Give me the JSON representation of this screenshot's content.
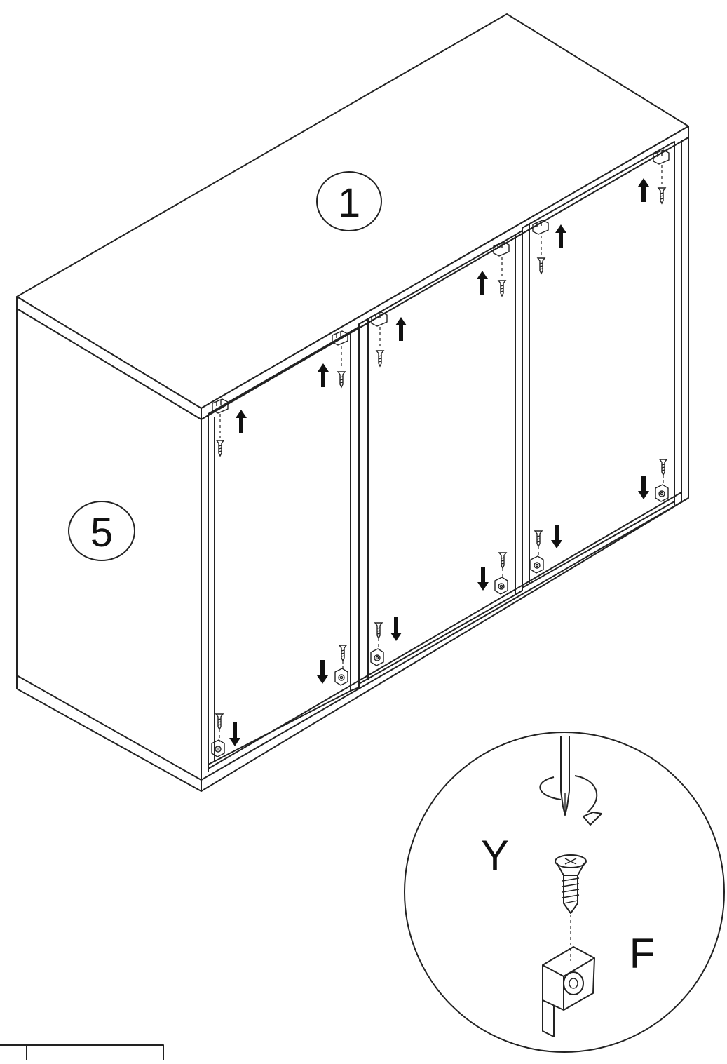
{
  "diagram": {
    "part_labels": {
      "top_panel": "1",
      "side_panel": "5"
    },
    "detail": {
      "tool_label": "Y",
      "fitting_label": "F"
    },
    "arrows_up_count": 6,
    "arrows_down_count": 6
  }
}
